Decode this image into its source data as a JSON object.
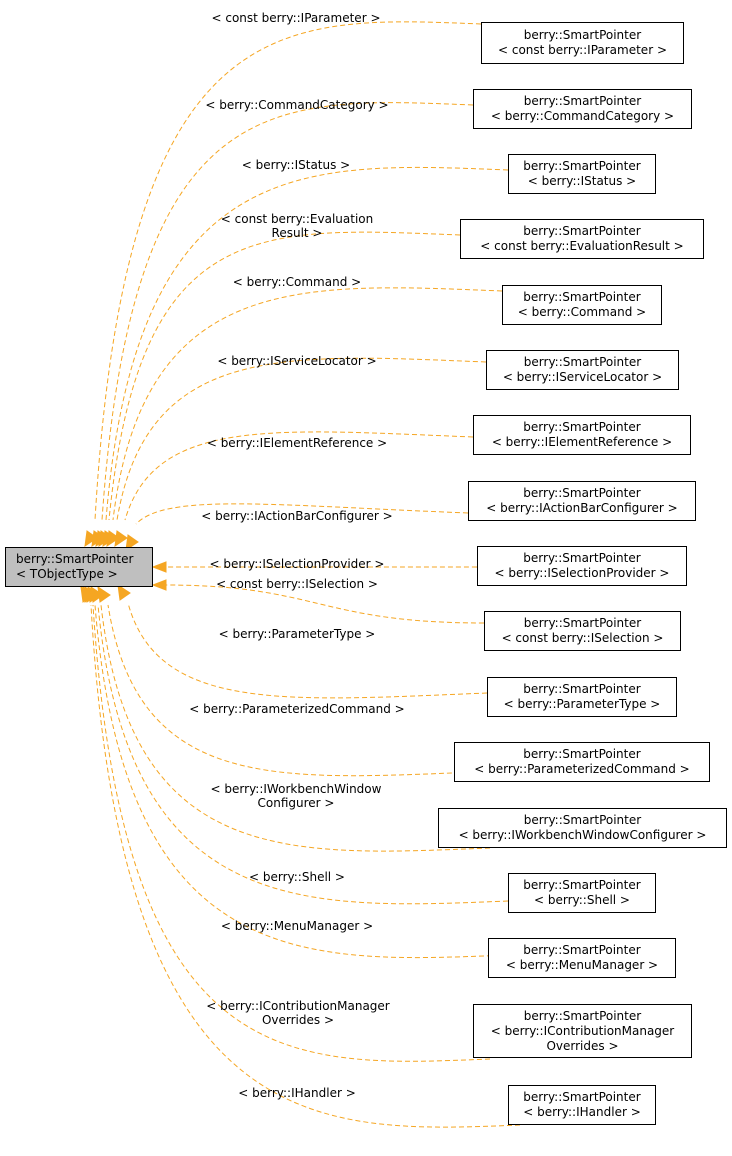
{
  "colors": {
    "edge": "#f5a623",
    "base_fill": "#bfbfbf",
    "node_border": "#000000"
  },
  "base": {
    "lines": [
      "berry::SmartPointer",
      "< TObjectType >"
    ]
  },
  "derived": [
    {
      "lines": [
        "berry::SmartPointer",
        "< const berry::IParameter >"
      ],
      "edge_label": [
        "< const berry::IParameter >"
      ]
    },
    {
      "lines": [
        "berry::SmartPointer",
        "< berry::CommandCategory >"
      ],
      "edge_label": [
        "< berry::CommandCategory >"
      ]
    },
    {
      "lines": [
        "berry::SmartPointer",
        "< berry::IStatus >"
      ],
      "edge_label": [
        "< berry::IStatus >"
      ]
    },
    {
      "lines": [
        "berry::SmartPointer",
        "< const berry::EvaluationResult >"
      ],
      "edge_label": [
        "< const berry::Evaluation",
        "Result >"
      ]
    },
    {
      "lines": [
        "berry::SmartPointer",
        "< berry::Command >"
      ],
      "edge_label": [
        "< berry::Command >"
      ]
    },
    {
      "lines": [
        "berry::SmartPointer",
        "< berry::IServiceLocator >"
      ],
      "edge_label": [
        "< berry::IServiceLocator >"
      ]
    },
    {
      "lines": [
        "berry::SmartPointer",
        "< berry::IElementReference >"
      ],
      "edge_label": [
        "< berry::IElementReference >"
      ]
    },
    {
      "lines": [
        "berry::SmartPointer",
        "< berry::IActionBarConfigurer >"
      ],
      "edge_label": [
        "< berry::IActionBarConfigurer >"
      ]
    },
    {
      "lines": [
        "berry::SmartPointer",
        "< berry::ISelectionProvider >"
      ],
      "edge_label": [
        "< berry::ISelectionProvider >"
      ]
    },
    {
      "lines": [
        "berry::SmartPointer",
        "< const berry::ISelection >"
      ],
      "edge_label": [
        "< const berry::ISelection >"
      ]
    },
    {
      "lines": [
        "berry::SmartPointer",
        "< berry::ParameterType >"
      ],
      "edge_label": [
        "< berry::ParameterType >"
      ]
    },
    {
      "lines": [
        "berry::SmartPointer",
        "< berry::ParameterizedCommand >"
      ],
      "edge_label": [
        "< berry::ParameterizedCommand >"
      ]
    },
    {
      "lines": [
        "berry::SmartPointer",
        "< berry::IWorkbenchWindowConfigurer >"
      ],
      "edge_label": [
        "< berry::IWorkbenchWindow",
        "Configurer >"
      ]
    },
    {
      "lines": [
        "berry::SmartPointer",
        "< berry::Shell >"
      ],
      "edge_label": [
        "< berry::Shell >"
      ]
    },
    {
      "lines": [
        "berry::SmartPointer",
        "< berry::MenuManager >"
      ],
      "edge_label": [
        "< berry::MenuManager >"
      ]
    },
    {
      "lines": [
        "berry::SmartPointer",
        "< berry::IContributionManager",
        "Overrides >"
      ],
      "edge_label": [
        "< berry::IContributionManager",
        "Overrides >"
      ]
    },
    {
      "lines": [
        "berry::SmartPointer",
        "< berry::IHandler >"
      ],
      "edge_label": [
        "< berry::IHandler >"
      ]
    }
  ]
}
